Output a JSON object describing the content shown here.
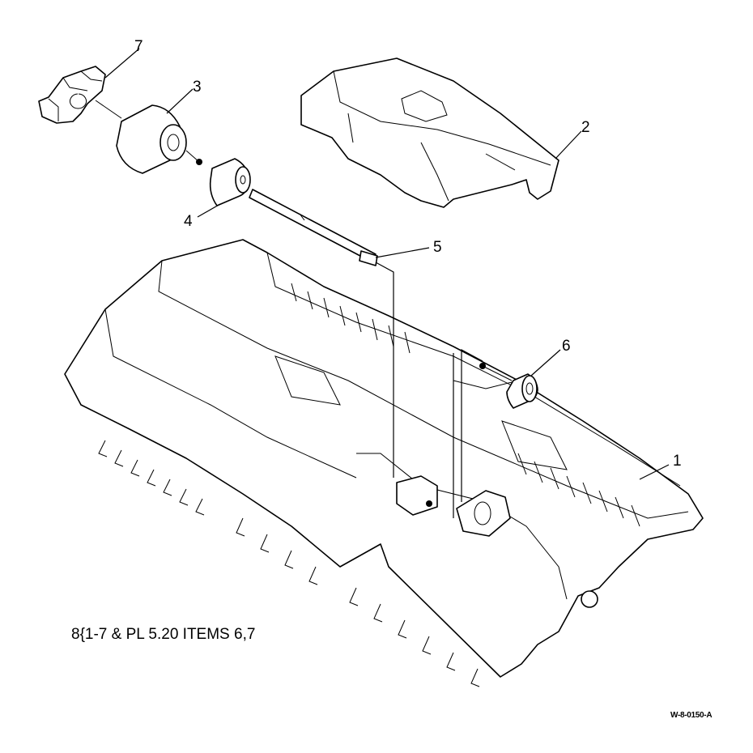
{
  "callouts": [
    {
      "number": "1"
    },
    {
      "number": "2"
    },
    {
      "number": "3"
    },
    {
      "number": "4"
    },
    {
      "number": "5"
    },
    {
      "number": "6"
    },
    {
      "number": "7"
    }
  ],
  "note": "8{1-7 & PL 5.20 ITEMS 6,7",
  "figure_id": "W-8-0150-A"
}
